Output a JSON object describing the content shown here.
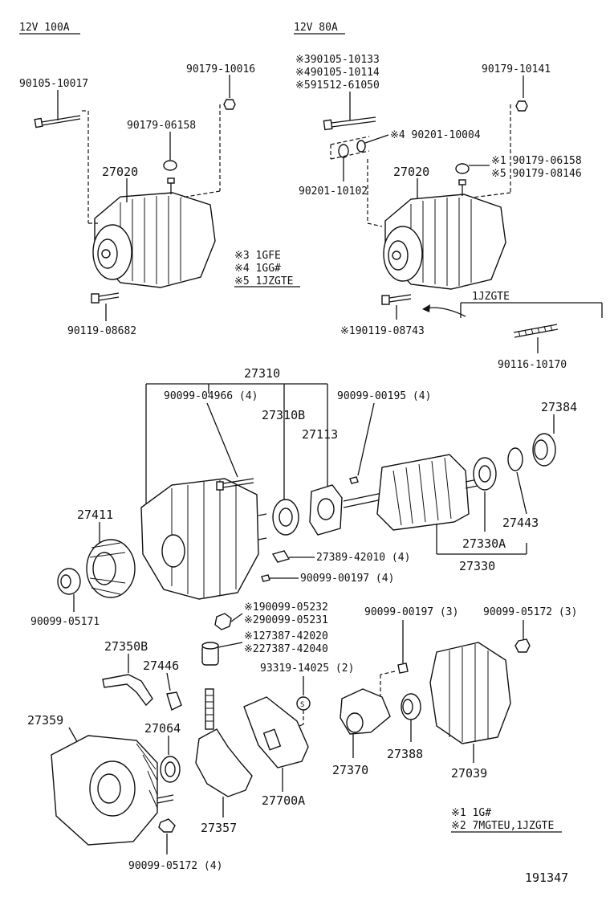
{
  "header": {
    "left_variant": "12V 100A",
    "right_variant": "12V 80A"
  },
  "labels": {
    "p90105_10017": "90105-10017",
    "p90179_10016": "90179-10016",
    "p90179_06158_l": "90179-06158",
    "p27020_l": "27020",
    "p90119_08682": "90119-08682",
    "note_3": "※3 1GFE",
    "note_4": "※4 1GG#",
    "note_5": "※5 1JZGTE",
    "r_bolts_1": "※390105-10133",
    "r_bolts_2": "※490105-10114",
    "r_bolts_3": "※591512-61050",
    "p90179_10141": "90179-10141",
    "p90201_10004": "※4 90201-10004",
    "p90201_10102": "90201-10102",
    "p27020_r": "27020",
    "r_nut_1": "※1 90179-06158",
    "r_nut_2": "※5 90179-08146",
    "jzgte": "1JZGTE",
    "p90119_08743": "※190119-08743",
    "p90116_10170": "90116-10170",
    "p27310": "27310",
    "p90099_04966": "90099-04966 (4)",
    "p90099_00195": "90099-00195 (4)",
    "p27310B": "27310B",
    "p27113": "27113",
    "p27384": "27384",
    "p27411": "27411",
    "p27443": "27443",
    "p27330A": "27330A",
    "p27330": "27330",
    "p27389": "27389-42010 (4)",
    "p90099_00197_4": "90099-00197 (4)",
    "p90099_05171": "90099-05171",
    "p90099_05232": "※190099-05232",
    "p90099_05231": "※290099-05231",
    "p27387_42020": "※127387-42020",
    "p27387_42040": "※227387-42040",
    "p90099_00197_3": "90099-00197 (3)",
    "p90099_05172_3": "90099-05172 (3)",
    "p27350B": "27350B",
    "p27446": "27446",
    "p93319": "93319-14025 (2)",
    "p27359": "27359",
    "p27064": "27064",
    "p27370": "27370",
    "p27388": "27388",
    "p27039": "27039",
    "p27357": "27357",
    "p27700A": "27700A",
    "p90099_05172_4": "90099-05172 (4)",
    "legend_1": "※1 1G#",
    "legend_2": "※2 7MGTEU,1JZGTE",
    "figure_no": "191347"
  }
}
